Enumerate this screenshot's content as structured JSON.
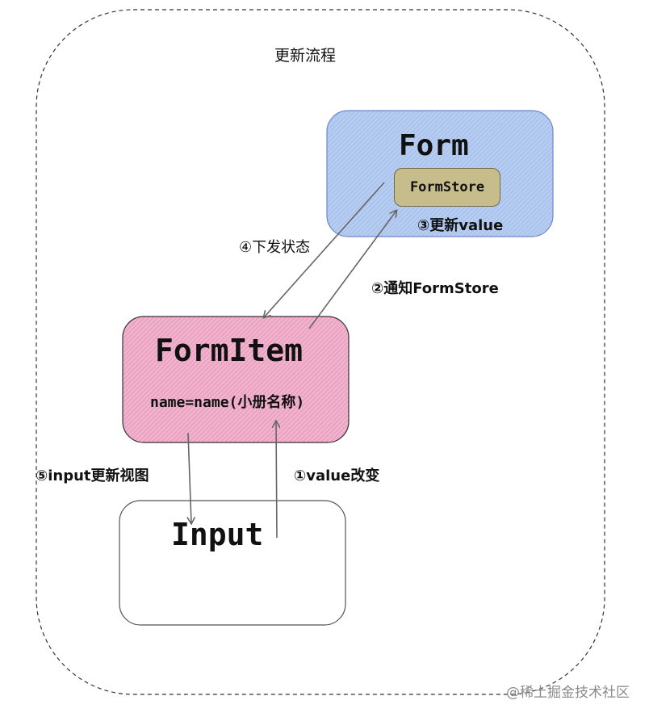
{
  "title": "更新流程",
  "nodes": {
    "form": {
      "label": "Form",
      "inner": "FormStore"
    },
    "formitem": {
      "label": "FormItem",
      "sub": "name=name(小册名称)"
    },
    "input": {
      "label": "Input"
    }
  },
  "steps": {
    "step1": "①value改变",
    "step2": "②通知FormStore",
    "step3": "③更新value",
    "step4": "④下发状态",
    "step5": "⑤input更新视图"
  },
  "watermark": "@稀土掘金技术社区",
  "colors": {
    "form_fill": "#a9c4ee",
    "form_border": "#6e86c8",
    "formstore_fill": "#c7bd8c",
    "formitem_fill": "#e9a3c2",
    "formitem_border": "#333333",
    "input_border": "#555555",
    "arrow": "#666666",
    "outer_border": "#333333"
  }
}
